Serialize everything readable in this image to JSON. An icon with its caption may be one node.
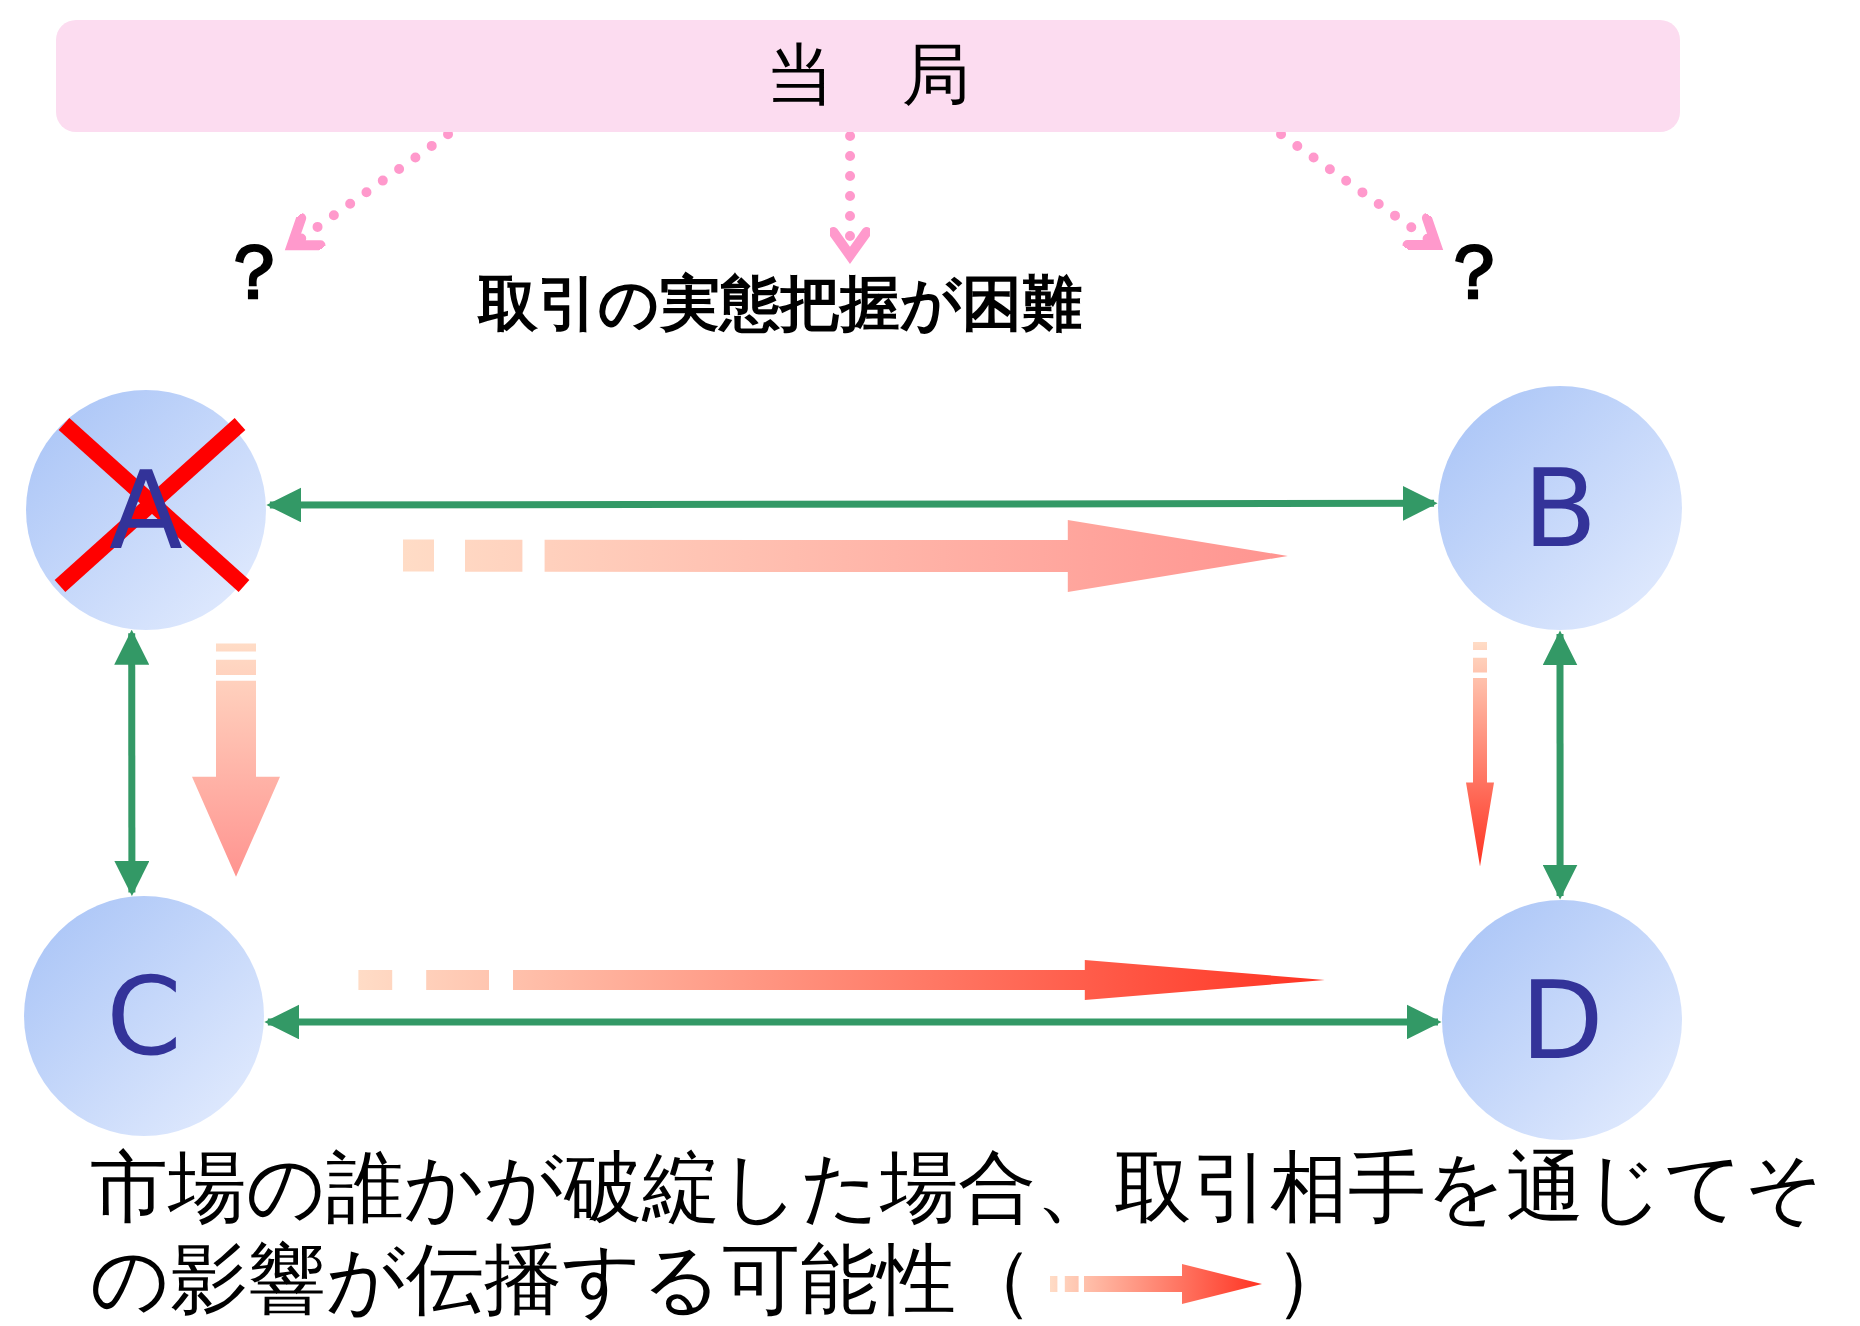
{
  "diagram": {
    "nodes": [
      {
        "text": [
          "当　局"
        ]
      },
      {
        "text": [
          "？"
        ]
      },
      {
        "text": [
          "？"
        ]
      },
      {
        "text": [
          "取引の実態把握が困難"
        ]
      },
      {
        "text": [
          "A"
        ]
      },
      {
        "text": [
          "B"
        ]
      },
      {
        "text": [
          "C"
        ]
      },
      {
        "text": [
          "D"
        ]
      }
    ],
    "edges": [
      {
        "from": 0,
        "to": 1,
        "arrow": "to",
        "style": "dashed",
        "color": "#ff99cc"
      },
      {
        "from": 0,
        "to": 3,
        "arrow": "to",
        "style": "dashed",
        "color": "#ff99cc"
      },
      {
        "from": 0,
        "to": 2,
        "arrow": "to",
        "style": "dashed",
        "color": "#ff99cc"
      },
      {
        "from": 4,
        "to": 5,
        "arrow": "both"
      },
      {
        "from": 4,
        "to": 5,
        "arrow": "to",
        "style": "thick",
        "color": "#ff9490"
      },
      {
        "from": 4,
        "to": 6,
        "arrow": "both"
      },
      {
        "from": 4,
        "to": 6,
        "arrow": "to",
        "style": "thick",
        "color": "#ff9490"
      },
      {
        "from": 5,
        "to": 7,
        "arrow": "to",
        "style": "thick",
        "color": "#ff3322"
      },
      {
        "from": 5,
        "to": 7,
        "arrow": "both"
      },
      {
        "from": 6,
        "to": 7,
        "arrow": "both"
      },
      {
        "from": 6,
        "to": 7,
        "arrow": "to",
        "style": "thick",
        "color": "#ff3322"
      }
    ],
    "labels": [
      "）"
    ],
    "legend": [
      {
        "text": "市場の誰かが破綻した場合、取引相手を通じてその影響が伝播する可能性（"
      }
    ]
  }
}
